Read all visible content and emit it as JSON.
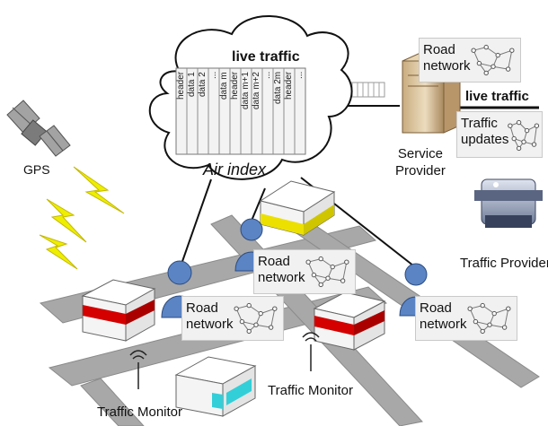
{
  "cloud": {
    "title": "live traffic",
    "caption": "Air index",
    "slots": [
      "header",
      "data 1",
      "data 2",
      "...",
      "data m",
      "header",
      "data m+1",
      "data m+2",
      "...",
      "data 2m",
      "header",
      "..."
    ]
  },
  "gps_label": "GPS",
  "service_provider_label": "Service\nProvider",
  "link_label": "live traffic",
  "traffic_provider_label": "Traffic Provider",
  "traffic_monitor_labels": [
    "Traffic Monitor",
    "Traffic Monitor"
  ],
  "road_network_label": "Road\nnetwork",
  "traffic_updates_label": "Traffic\nupdates",
  "colors": {
    "road": "#a7a7a7",
    "building_red": "#d40000",
    "building_yellow": "#ece000",
    "building_cyan": "#33cfd8",
    "user": "#5b84c4",
    "lightning": "#eeee00"
  }
}
